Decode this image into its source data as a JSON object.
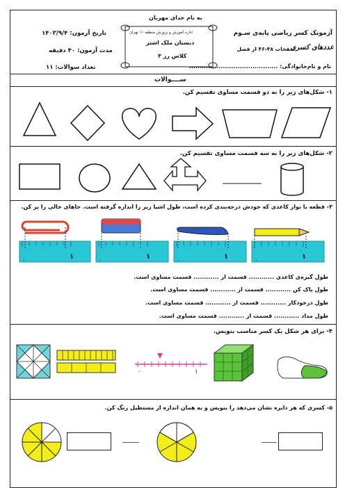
{
  "header": {
    "bismillah": "به نام خدای مهربان",
    "exam_title": "آزمونک کسر ریاضی پایه‌ی سـوم",
    "pages_ref": "صفحات ۴۸-۴۶ از فصل",
    "chapter_script": "عددهای کسری",
    "student_name_label": "نام و نام‌خانوادگی: ..........................................",
    "exam_date": "تاریخ آزمون: ۱۴۰۳/۹/۴",
    "exam_duration": "مدت آزمون: ۴۰ دقیقه",
    "question_count": "تعداد سوالات: ۱۱",
    "scroll_line1": "اداره آموزش و پرورش منطقه ۱۱ تهران",
    "scroll_line2": "دبستان ملک اشتر",
    "scroll_line3": "کلاس رز ۳"
  },
  "questions_heading": "ســــوالات",
  "q1": {
    "text": "۱- شکل‌های زیر را به دو قسمت مساوی تقسیم کن."
  },
  "q2": {
    "text": "۲- شکل‌های زیر را به سه قسمت مساوی تقسیم کن."
  },
  "q3": {
    "text": "۳- قطعه با نوار کاغذی که خودش درجه‌بندی کرده است، طول اشیا زیر را اندازه گرفته است. جاهای خالی را پر کن.",
    "ruler_zero": "۰",
    "ruler_one": "۱",
    "lines": [
      "طول گیره‌ی کاغذی ............ قسمت از ............ قسمت مساوی است.",
      "طول پاک کن ............ قسمت از ............ قسمت مساوی است.",
      "طول درخودکار ............ قسمت از ............ قسمت مساوی است.",
      "طول مداد ............ قسمت از ............ قسمت مساوی است."
    ]
  },
  "q4": {
    "text": "۴- برای هر شکل یک کسر مناسب بنویس.",
    "number_line_zero": "۰",
    "number_line_one": "۱"
  },
  "q5": {
    "text": "۵- کسری که هر دایره نشان می‌دهد را بنویس و به همان اندازه از مستطیل رنگ کن."
  },
  "colors": {
    "yellow": "#f2ee1c",
    "aqua": "#29c6d6",
    "green": "#5bc23a",
    "pink": "#e0408a"
  }
}
